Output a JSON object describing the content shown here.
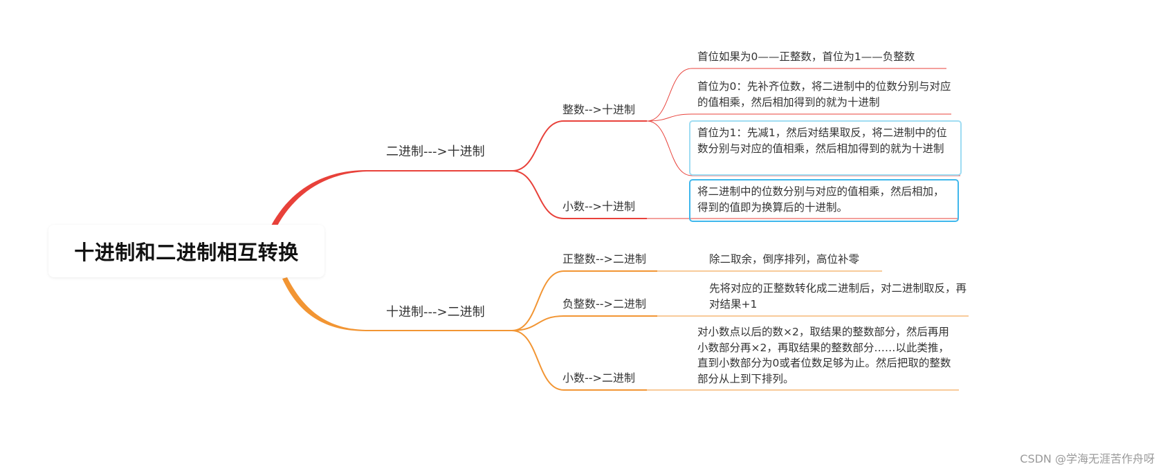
{
  "root": {
    "label": "十进制和二进制相互转换"
  },
  "branches": [
    {
      "label": "二进制--->十进制",
      "color": "#e8413a",
      "children": [
        {
          "label": "整数-->十进制",
          "leaves": [
            "首位如果为0——正整数，首位为1——负整数",
            "首位为0：先补齐位数，将二进制中的位数分别与对应的值相乘，然后相加得到的就为十进制",
            "首位为1：先减1，然后对结果取反，将二进制中的位数分别与对应的值相乘，然后相加得到的就为十进制"
          ]
        },
        {
          "label": "小数-->十进制",
          "leaves": [
            "将二进制中的位数分别与对应的值相乘，然后相加，得到的值即为换算后的十进制。"
          ]
        }
      ]
    },
    {
      "label": "十进制--->二进制",
      "color": "#f29533",
      "children": [
        {
          "label": "正整数-->二进制",
          "leaves": [
            "除二取余，倒序排列，高位补零"
          ]
        },
        {
          "label": "负整数-->二进制",
          "leaves": [
            "先将对应的正整数转化成二进制后，对二进制取反，再对结果+1"
          ]
        },
        {
          "label": "小数-->二进制",
          "leaves": [
            "对小数点以后的数×2，取结果的整数部分，然后再用小数部分再×2，再取结果的整数部分……以此类推，直到小数部分为0或者位数足够为止。然后把取的整数部分从上到下排列。"
          ]
        }
      ]
    }
  ],
  "watermark": "CSDN @学海无涯苦作舟呀"
}
